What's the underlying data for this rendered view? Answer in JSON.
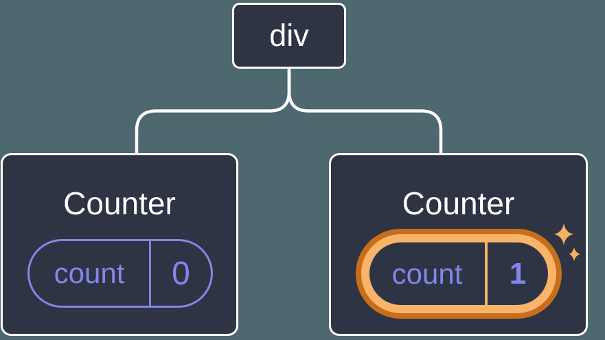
{
  "tree": {
    "root": {
      "label": "div"
    },
    "left_counter": {
      "title": "Counter",
      "state_key": "count",
      "state_value": "0"
    },
    "right_counter": {
      "title": "Counter",
      "state_key": "count",
      "state_value": "1"
    }
  },
  "icons": {
    "sparkles": "sparkles-icon"
  },
  "colors": {
    "background": "#4D686F",
    "node_fill": "#2E3444",
    "node_border": "#FFFFFF",
    "connector": "#FFFFFF",
    "state_accent": "#8287E8",
    "highlight_outer": "#C76E1D",
    "highlight_inner": "#FAB46A",
    "sparkle": "#F5B162"
  }
}
